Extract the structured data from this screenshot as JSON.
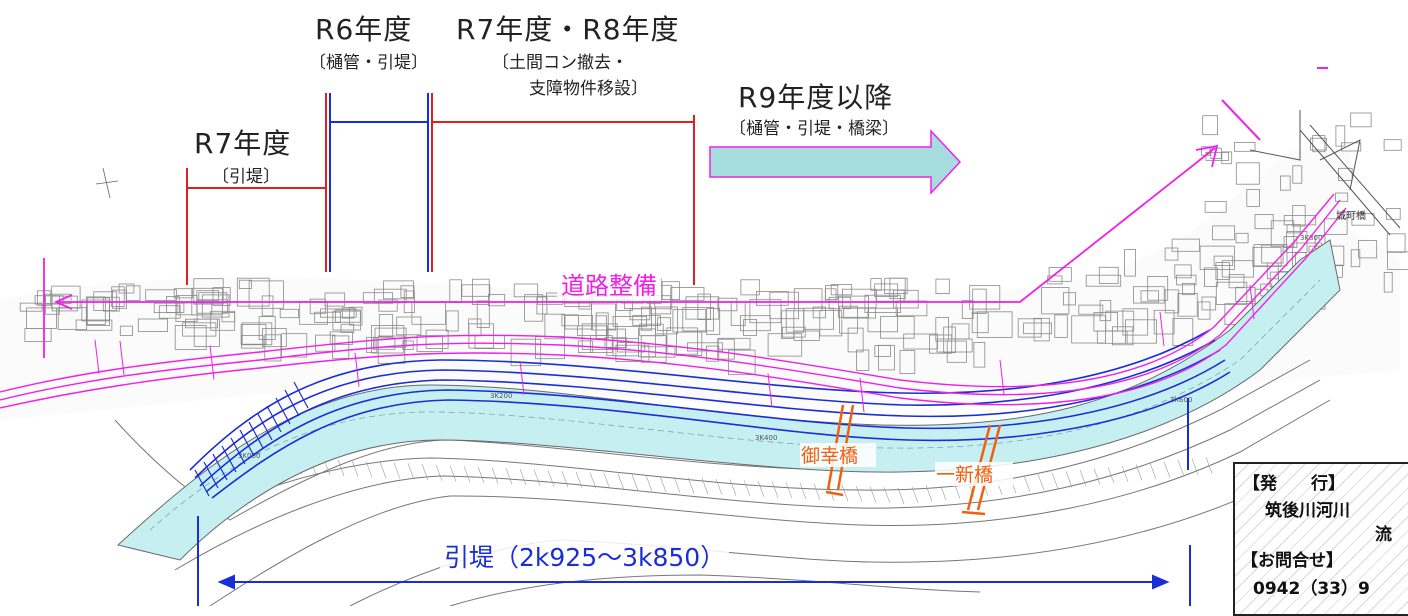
{
  "phases": {
    "r6": {
      "title": "R6年度",
      "sub": "〔樋管・引堤〕"
    },
    "r7r8": {
      "title": "R7年度・R8年度",
      "sub1": "〔土間コン撤去・",
      "sub2": "支障物件移設〕"
    },
    "r7": {
      "title": "R7年度",
      "sub": "〔引堤〕"
    },
    "r9": {
      "title": "R9年度以降",
      "sub": "〔樋管・引堤・橋梁〕"
    }
  },
  "road_label": "道路整備",
  "levee_label": "引堤（2k925～3k850）",
  "bridges": {
    "jokomachi": "城町橋",
    "miyuki": "御幸橋",
    "isshin": "一新橋"
  },
  "distance_marks": [
    "3K000",
    "3K200",
    "3K400",
    "3K600",
    "3K800"
  ],
  "publisher_box": {
    "issue_label": "【発　　行】",
    "office_line1": "筑後川河川",
    "office_line2": "流",
    "contact_label": "【お問合せ】",
    "phone_partial": "0942（33）9"
  },
  "colors": {
    "phase_lines": "#e02020",
    "blue_lines": "#1a2ed8",
    "road": "#f020e8",
    "arrow_fill": "#a8dde0",
    "river": "#c6eff2",
    "bridge": "#f06010"
  }
}
